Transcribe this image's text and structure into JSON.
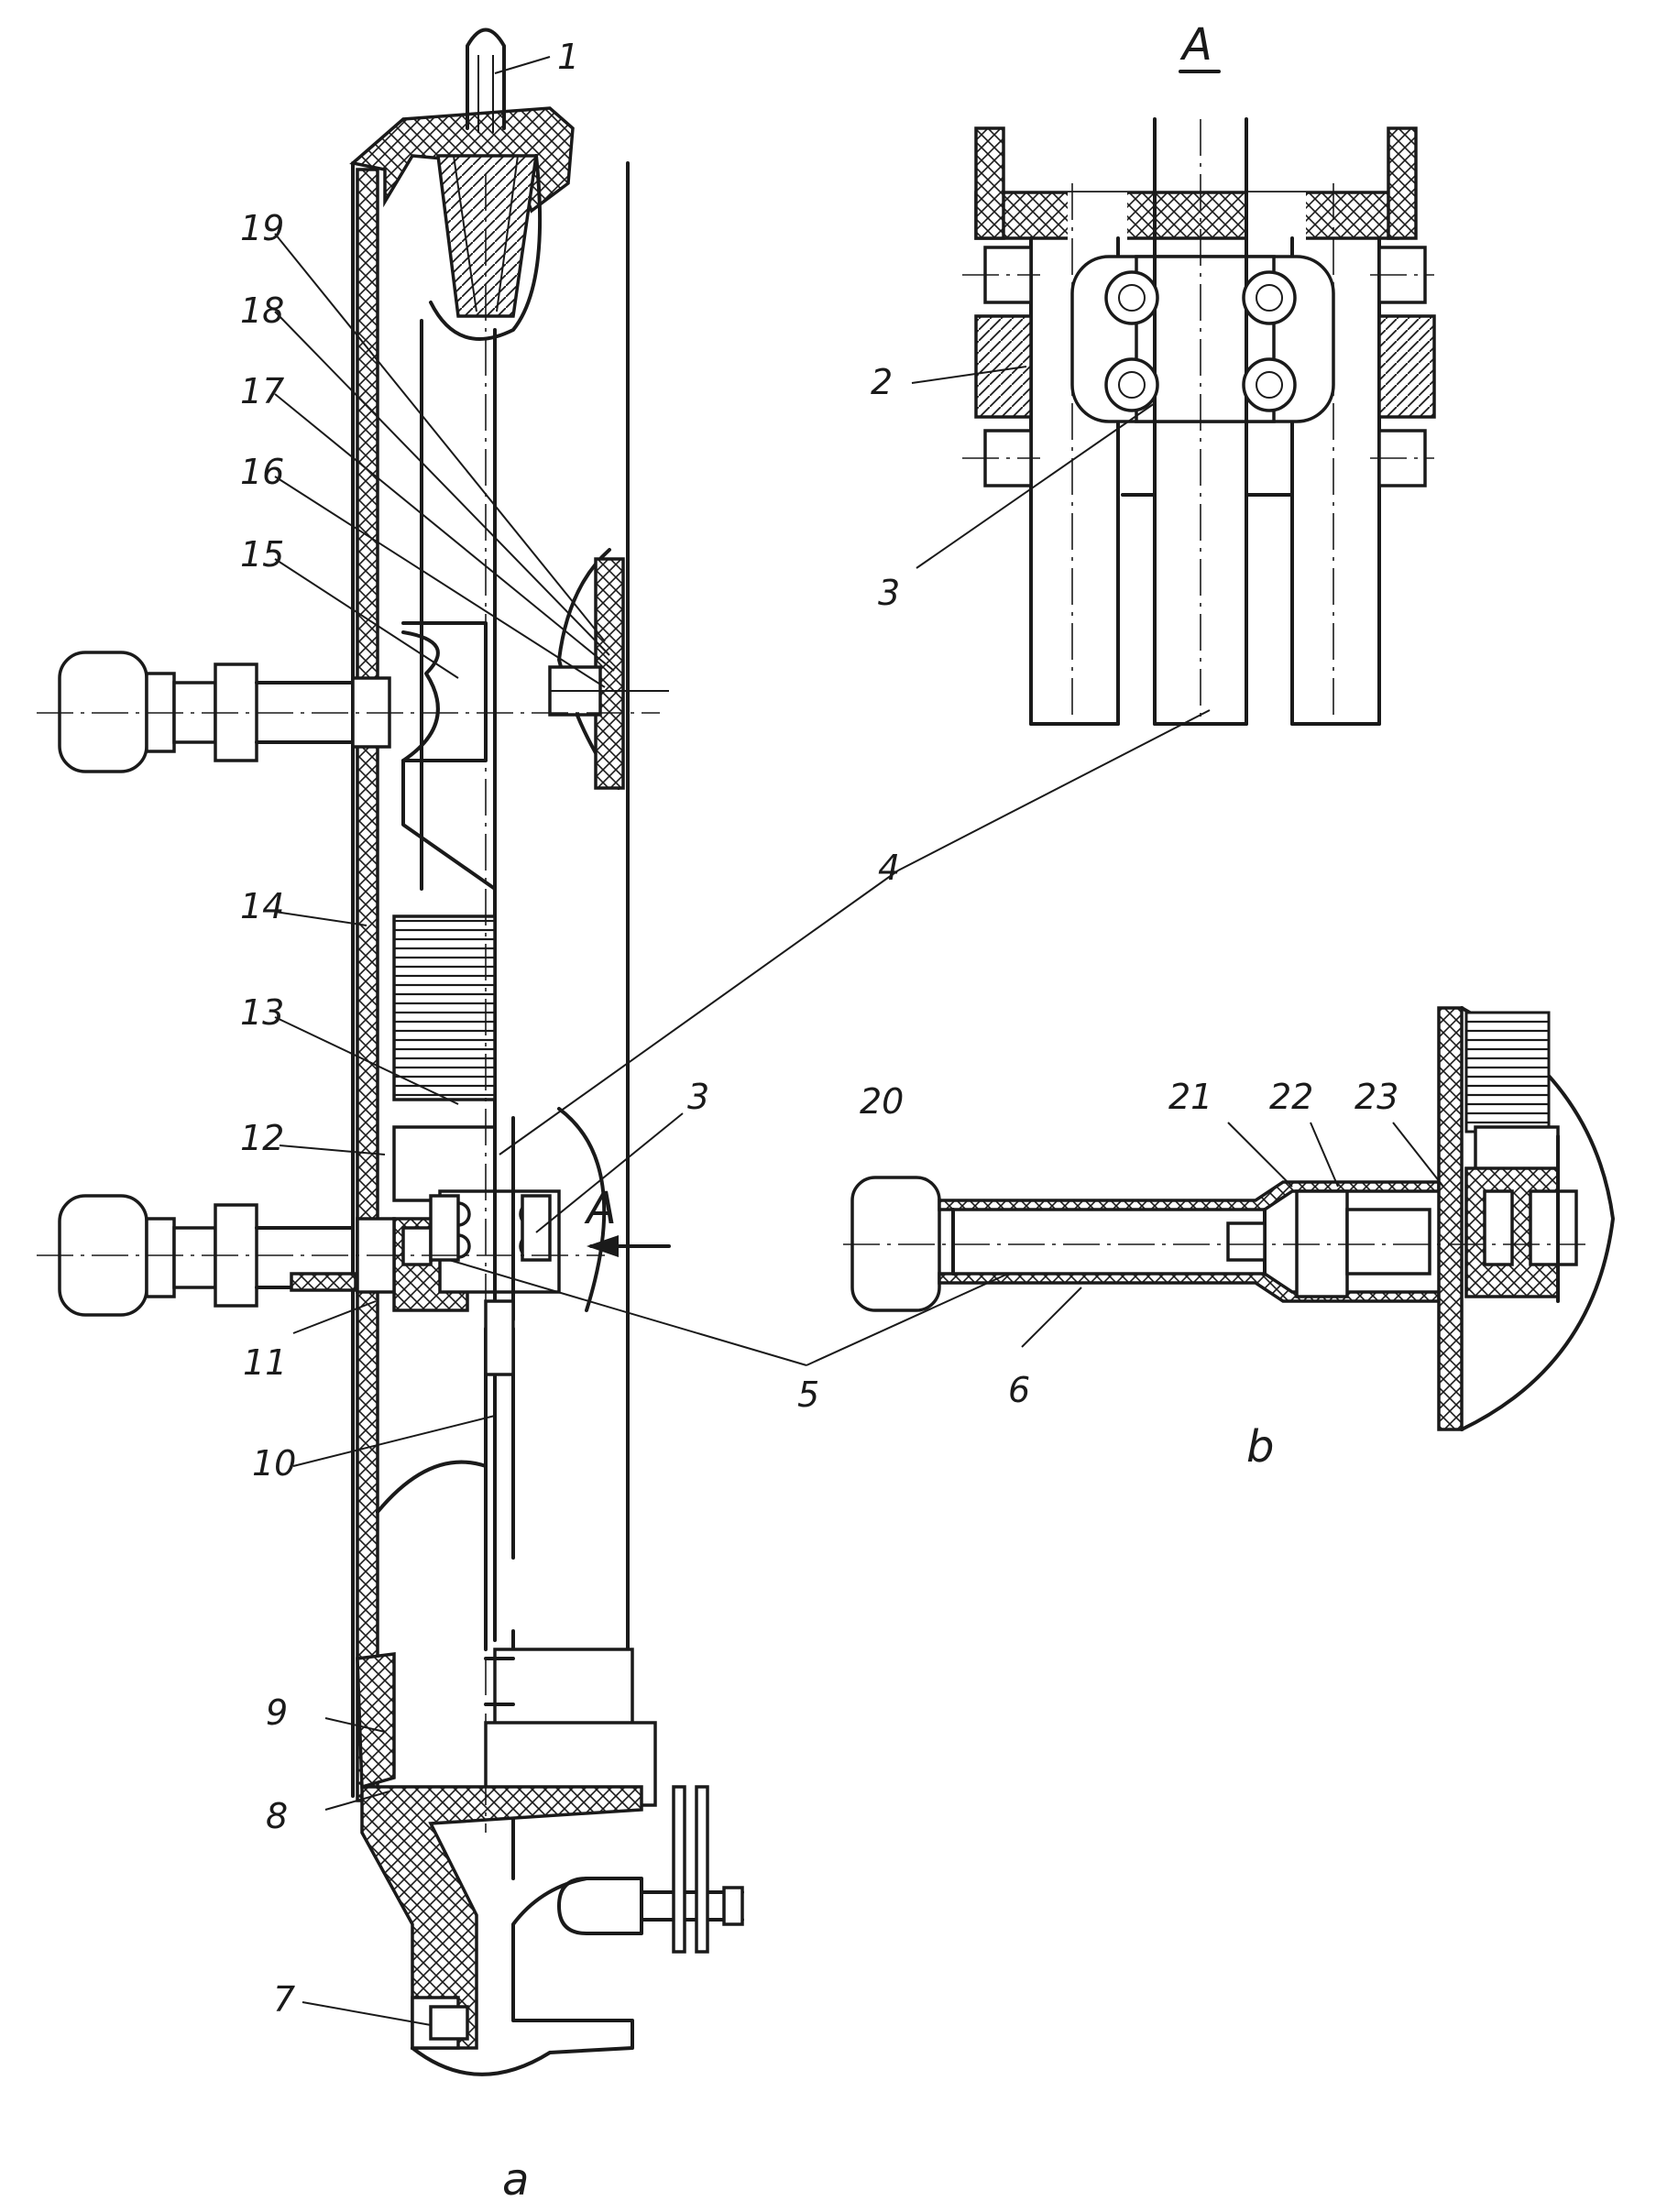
{
  "figure": {
    "views": {
      "a": {
        "caption": "a"
      },
      "b": {
        "caption": "b"
      },
      "A": {
        "caption": "A",
        "arrow_label": "A"
      }
    },
    "labels": {
      "l1": "1",
      "l2": "2",
      "l3": "3",
      "l3b": "3",
      "l4": "4",
      "l5": "5",
      "l6": "6",
      "l7": "7",
      "l8": "8",
      "l9": "9",
      "l10": "10",
      "l11": "11",
      "l12": "12",
      "l13": "13",
      "l14": "14",
      "l15": "15",
      "l16": "16",
      "l17": "17",
      "l18": "18",
      "l19": "19",
      "l20": "20",
      "l21": "21",
      "l22": "22",
      "l23": "23"
    }
  }
}
